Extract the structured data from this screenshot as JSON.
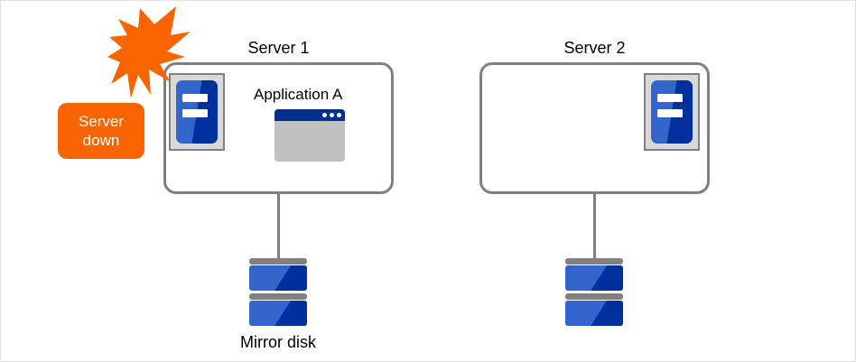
{
  "diagram": {
    "title_server1": "Server 1",
    "title_server2": "Server 2",
    "application_label": "Application  A",
    "mirror_disk_label": "Mirror disk",
    "alert": {
      "line1": "Server",
      "line2": "down"
    },
    "icons": {
      "machine": "server-machine-icon",
      "app_window": "application-window-icon",
      "disk": "disk-stack-icon",
      "burst": "explosion-burst-icon"
    },
    "colors": {
      "box_border": "#808080",
      "blue_light": "#3366cc",
      "blue_dark": "#002f9e",
      "titlebar": "#00308f",
      "alert_orange": "#fa6400",
      "disk_cap_gray": "#808080",
      "app_body_gray": "#c0c0c0",
      "machine_frame_gray": "#d9d9d9",
      "canvas_border": "#e2e2e2"
    }
  }
}
